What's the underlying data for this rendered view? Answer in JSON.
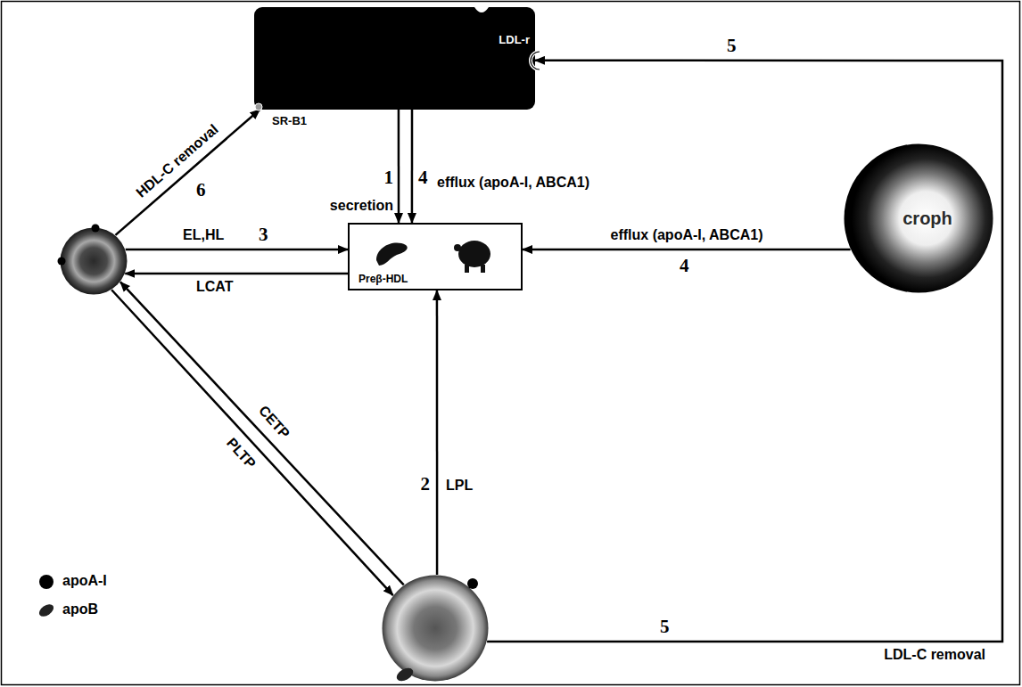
{
  "diagram": {
    "nodes": [
      {
        "text": [
          "LDL-r",
          "SR-B1"
        ]
      },
      {
        "text": []
      },
      {
        "text": [
          "Preβ-HDL"
        ]
      },
      {
        "text": [
          "croph"
        ]
      },
      {
        "text": []
      }
    ],
    "edges": [
      {
        "from": 0,
        "to": 2,
        "arrow": "to",
        "label": "secretion"
      },
      {
        "from": 0,
        "to": 2,
        "arrow": "to",
        "label": "efflux (apoA-I, ABCA1)"
      },
      {
        "from": 3,
        "to": 2,
        "arrow": "to",
        "label": "efflux (apoA-I, ABCA1)"
      },
      {
        "from": 1,
        "to": 2,
        "arrow": "to",
        "label": "EL,HL"
      },
      {
        "from": 2,
        "to": 1,
        "arrow": "to",
        "label": "LCAT"
      },
      {
        "from": 1,
        "to": 0,
        "arrow": "to",
        "label": "HDL-C removal"
      },
      {
        "from": 4,
        "to": 1,
        "arrow": "to",
        "label": "CETP"
      },
      {
        "from": 1,
        "to": 4,
        "arrow": "to",
        "label": "PLTP"
      },
      {
        "from": 4,
        "to": 2,
        "arrow": "to",
        "label": "LPL"
      },
      {
        "from": 4,
        "to": 0,
        "arrow": "to",
        "label": "LDL-C removal"
      }
    ],
    "labels": [
      "5",
      "1",
      "4",
      "6",
      "3",
      "4",
      "2",
      "5"
    ],
    "legend": [
      {
        "text": "apoA-I"
      },
      {
        "text": "apoB"
      }
    ]
  }
}
